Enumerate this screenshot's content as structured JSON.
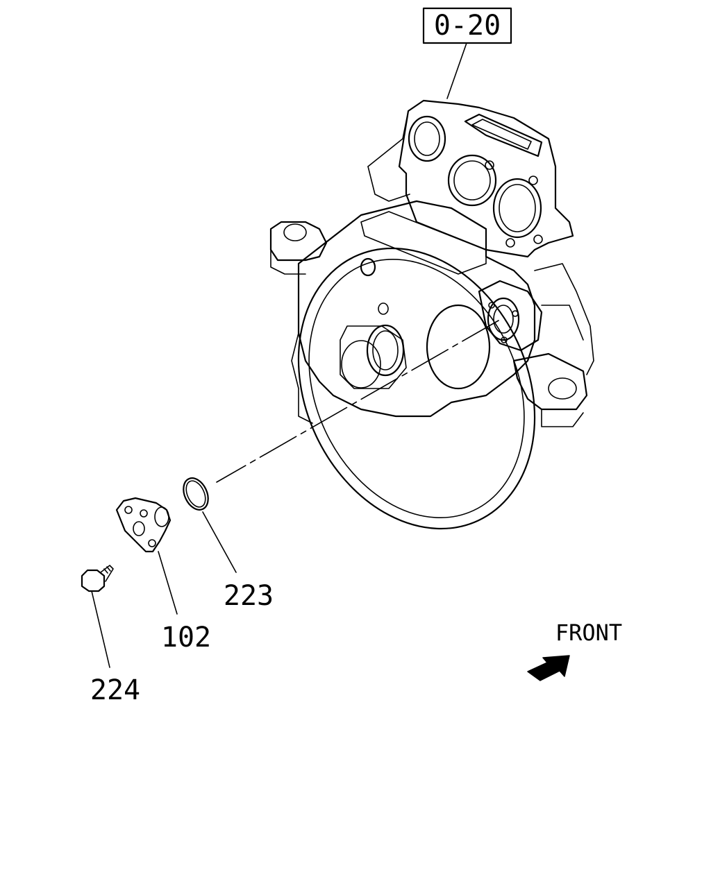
{
  "reference_box": {
    "label": "0-20"
  },
  "callouts": [
    {
      "id": "223",
      "label": "223"
    },
    {
      "id": "102",
      "label": "102"
    },
    {
      "id": "224",
      "label": "224"
    }
  ],
  "direction_indicator": {
    "label": "FRONT",
    "icon": "front-arrow-icon"
  },
  "colors": {
    "line": "#000000",
    "background": "#ffffff"
  }
}
